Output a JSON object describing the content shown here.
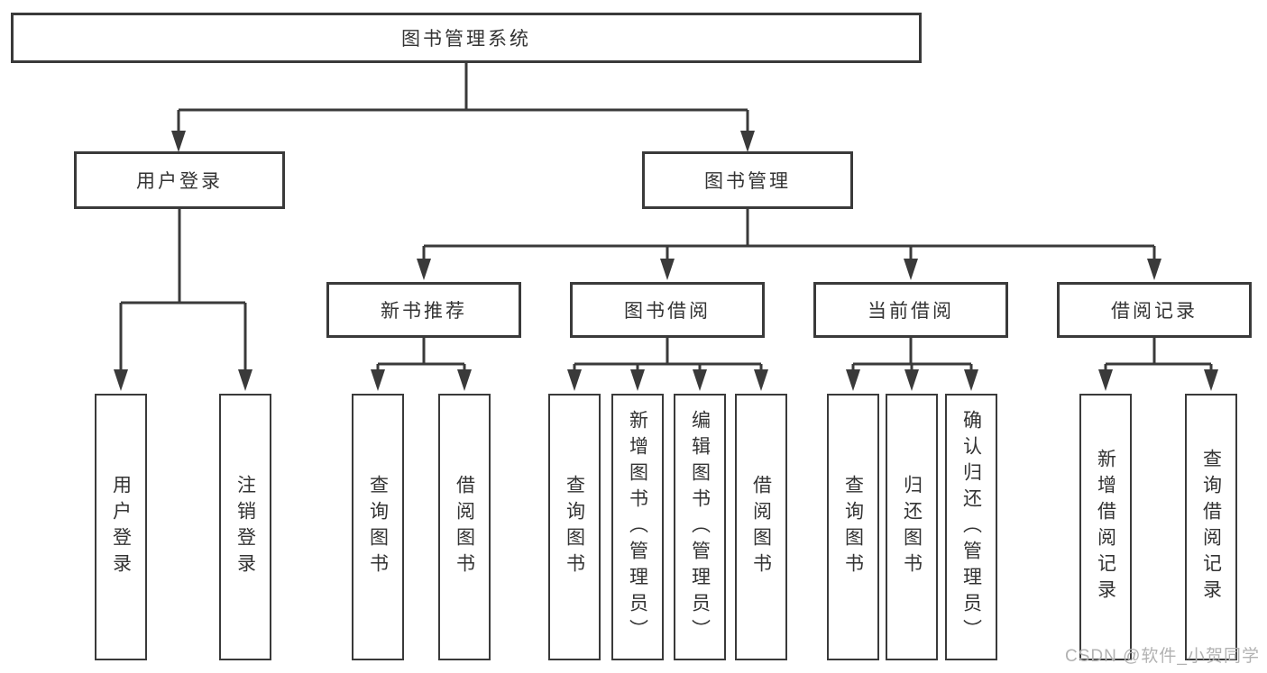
{
  "title": "图书管理系统",
  "watermark": "CSDN @软件_小贺同学",
  "colors": {
    "line": "#3a3a3a",
    "box_border": "#3a3a3a",
    "box_fill": "#ffffff",
    "text": "#333333",
    "watermark": "#b2b2b2",
    "background": "#ffffff"
  },
  "tree": {
    "root": "图书管理系统",
    "branches": [
      {
        "label": "用户登录",
        "children": [
          "用户登录",
          "注销登录"
        ]
      },
      {
        "label": "图书管理",
        "children": [
          {
            "label": "新书推荐",
            "children": [
              "查询图书",
              "借阅图书"
            ]
          },
          {
            "label": "图书借阅",
            "children": [
              "查询图书",
              "新增图书（管理员）",
              "编辑图书（管理员）",
              "借阅图书"
            ]
          },
          {
            "label": "当前借阅",
            "children": [
              "查询图书",
              "归还图书",
              "确认归还（管理员）"
            ]
          },
          {
            "label": "借阅记录",
            "children": [
              "新增借阅记录",
              "查询借阅记录"
            ]
          }
        ]
      }
    ]
  }
}
